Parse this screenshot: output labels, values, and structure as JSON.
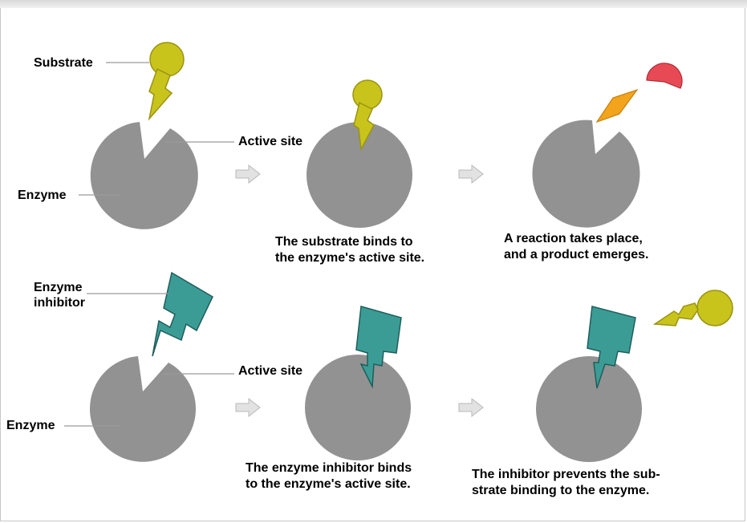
{
  "top_row": {
    "substrate_label": "Substrate",
    "active_site_label": "Active site",
    "enzyme_label": "Enzyme",
    "caption_bind": [
      "The substrate binds to",
      "the enzyme's active site."
    ],
    "caption_reaction": [
      "A reaction takes place,",
      "and a product emerges."
    ]
  },
  "bottom_row": {
    "inhibitor_label": [
      "Enzyme",
      "inhibitor"
    ],
    "active_site_label": "Active site",
    "enzyme_label": "Enzyme",
    "caption_inhibitor_binds": [
      "The enzyme inhibitor binds",
      "to the enzyme's active site."
    ],
    "caption_prevents": [
      "The inhibitor prevents the sub-",
      "strate binding to the enzyme."
    ]
  },
  "colors": {
    "enzyme": "#929292",
    "substrate": "#c8c41c",
    "substrate_stroke": "#9a9410",
    "inhibitor": "#3b9c96",
    "inhibitor_stroke": "#1f5e5a",
    "product_diamond": "#f2a41c",
    "product_pacman": "#e84a55",
    "arrow": "#e0e0e0"
  }
}
